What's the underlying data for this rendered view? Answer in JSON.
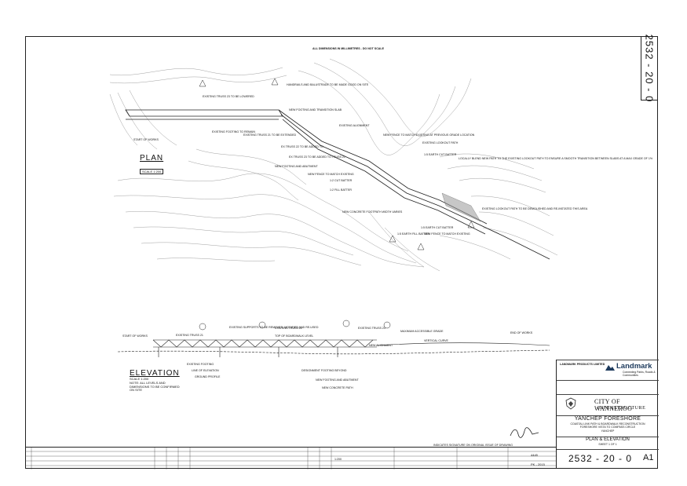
{
  "sheet_number_vertical": "2532 - 20 - 0",
  "top_note": "ALL DIMENSIONS IN MILLIMETRES - DO NOT SCALE",
  "plan": {
    "title": "PLAN",
    "scale": "SCALE 1:200",
    "annotations": [
      "EXISTING TRUSS 23 TO BE LOWERED",
      "HANDRAILS AND BALUSTRADE TO BE MADE GOOD ON SITE",
      "NEW FOOTING AND TRANSITION SLAB",
      "EXISTING FOOTING TO REMAIN",
      "START OF WORKS",
      "EXISTING TRUSS 21 TO BE EXTENDED",
      "EXISTING ALIGNMENT",
      "NEW FENCE TO MATCH EXISTING AT PREVIOUS GRADE LOCATION",
      "EXISTING LOOKOUT PATH",
      "EX TRUSS 22 TO BE ADDED TO",
      "EX TRUSS 23 TO BE ADDED TO TRUSS 21",
      "NEW FOOTING AND ABUTMENT",
      "NEW FENCE TO MATCH EXISTING",
      "1:5 EARTH CUT BATTER",
      "LOCALLY BLEND NEW PATH TO THE EXISTING LOOKOUT PATH TO ENSURE A SMOOTH TRANSITION BETWEEN SLABS AT A MAX GRADE OF 1%",
      "1:2 CUT BATTER",
      "1:2 FILL BATTER",
      "EXISTING LOOKOUT PATH TO BE DEMOLISHED AND RE-INSTATED THIS AREA",
      "NEW CONCRETE FOOTPATH WIDTH VARIES",
      "1:5 EARTH CUT BATTER",
      "NEW FENCE TO MATCH EXISTING",
      "1:5 EARTH FILL BATTER"
    ]
  },
  "elevation": {
    "title": "ELEVATION",
    "scale": "SCALE 1:200",
    "notes": "NOTE: ALL LEVELS AND DIMENSIONS TO BE CONFIRMED ON SITE",
    "annotations": [
      "EXISTING SUPPORTS TO BE REMOVED, MODIFIED AND RE-USED",
      "EXISTING TRUSS 22",
      "EXISTING TRUSS 21",
      "EXISTING TRUSS 23",
      "TOP OF BOARDWALK LEVEL",
      "MAXIMUM ACCESSIBLE GRADE",
      "VERTICAL CURVE",
      "START OF WORKS",
      "END OF WORKS",
      "EXISTING FOOTING",
      "LINE OF ELEVATION",
      "GROUND PROFILE",
      "DESIGNMENT FOOTING BEYOND",
      "NEW FOOTING AND ABUTMENT",
      "NEW CONCRETE PATH",
      "NEW ALIGNMENT"
    ]
  },
  "title_block": {
    "consultant_name": "Landmark",
    "consultant_tagline": "Connecting Parks, Roads & Communities",
    "consultant_small": "LANDMARK PRODUCTS LIMITED",
    "client": "CITY OF WANNEROO",
    "client_sub": "INFRASTRUCTURE",
    "project": "YANCHEP FORESHORE",
    "project_desc_1": "COASTAL LINK PATH & BOARDWALK RECONSTRUCTION",
    "project_desc_2": "FORESHORE VISTA TO COMPASS CIRCLE",
    "project_desc_3": "YANCHEP",
    "sheet_title": "PLAN & ELEVATION",
    "sheet_of": "SHEET 1 OF 1",
    "drawing_number": "2532 - 20 - 0",
    "sheet_size": "A1",
    "job_no": "4445",
    "ref_no": "PK - 2015",
    "scale": "1:200",
    "signature_note": "INDICATES SIGNATURE ON ORIGINAL ISSUE OF DRAWING"
  },
  "colors": {
    "line": "#222222",
    "landmark_blue": "#1d3a5c",
    "hatch": "#555555"
  }
}
